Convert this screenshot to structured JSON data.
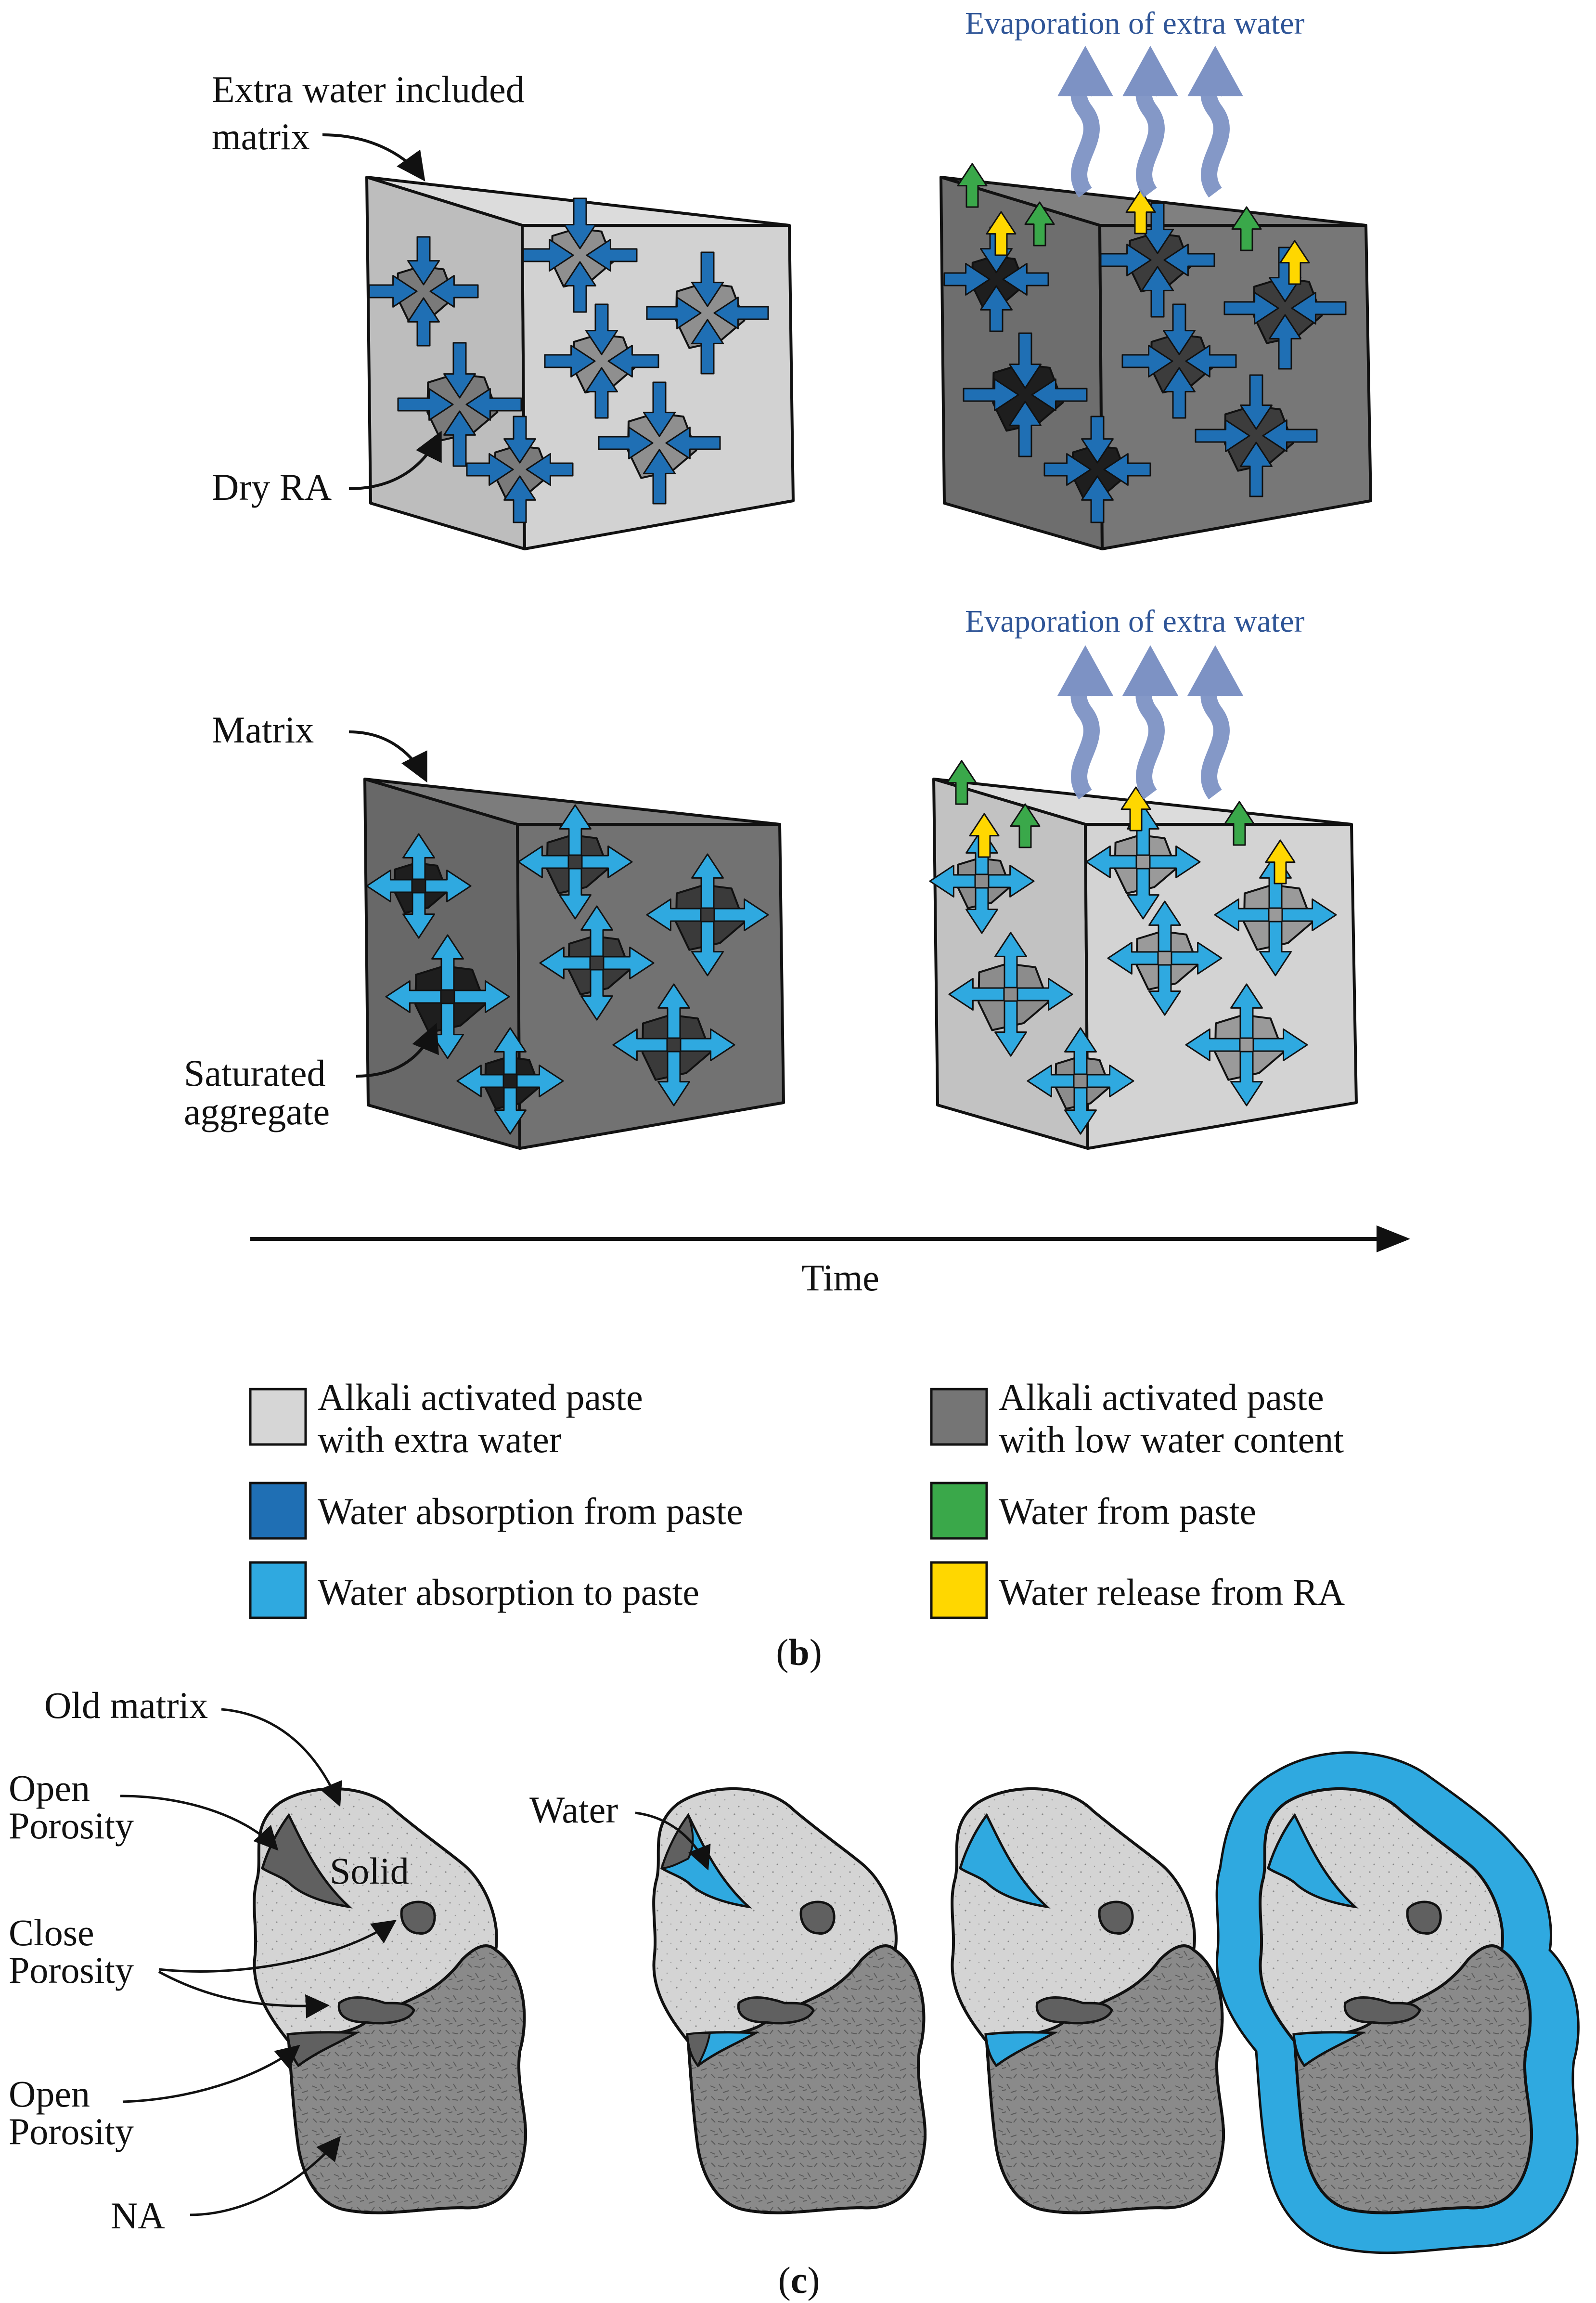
{
  "panel_b": {
    "top_row": {
      "label_matrix": [
        "Extra water included",
        "matrix"
      ],
      "label_ra": "Dry RA",
      "evaporation": "Evaporation of extra water"
    },
    "bottom_row": {
      "label_matrix": "Matrix",
      "label_agg": [
        "Saturated",
        "aggregate"
      ],
      "evaporation": "Evaporation of extra water"
    },
    "time_label": "Time",
    "legend": [
      {
        "swatch": "#d6d6d6",
        "lines": [
          "Alkali activated paste",
          "with extra water"
        ]
      },
      {
        "swatch": "#757575",
        "lines": [
          "Alkali activated paste",
          "with low water content"
        ]
      },
      {
        "swatch": "#1f6fb4",
        "lines": [
          "Water absorption from paste"
        ]
      },
      {
        "swatch": "#3aa84a",
        "lines": [
          "Water from paste"
        ]
      },
      {
        "swatch": "#2fa9e0",
        "lines": [
          "Water absorption to paste"
        ]
      },
      {
        "swatch": "#ffd700",
        "lines": [
          "Water release from RA"
        ]
      }
    ],
    "caption_open": "(",
    "caption_letter": "b",
    "caption_close": ")"
  },
  "panel_c": {
    "labels": {
      "old_matrix": "Old matrix",
      "open_porosity_1": [
        "Open",
        "Porosity"
      ],
      "solid": "Solid",
      "close_porosity": [
        "Close",
        "Porosity"
      ],
      "open_porosity_2": [
        "Open",
        "Porosity"
      ],
      "na": "NA",
      "water": "Water"
    },
    "caption_open": "(",
    "caption_letter": "c",
    "caption_close": ")"
  },
  "colors": {
    "light_paste": "#d6d6d6",
    "dark_paste": "#757575",
    "dark_blue_arrow": "#1f6fb4",
    "light_blue_arrow": "#2fa9e0",
    "green_arrow": "#3aa84a",
    "yellow_arrow": "#ffd700",
    "evaporation_arrow": "#7d92c4",
    "water": "#2fa9e0"
  }
}
